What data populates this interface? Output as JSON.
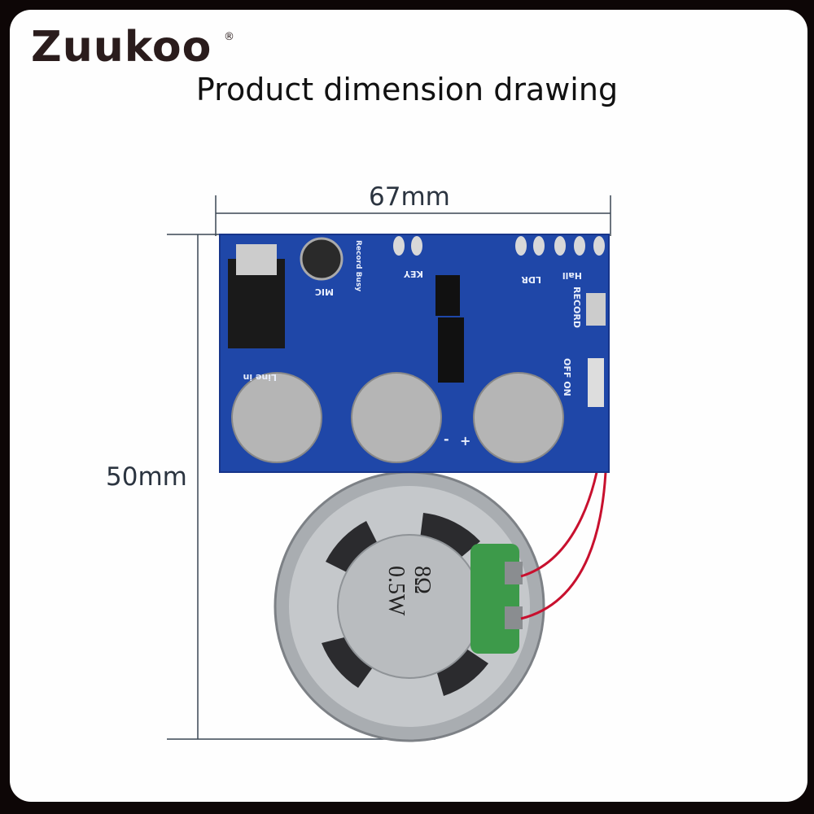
{
  "brand": {
    "logo": "Zuukoo",
    "registered": "®"
  },
  "title": "Product dimension drawing",
  "dimensions": {
    "width": "67mm",
    "height": "50mm"
  },
  "pcb_labels": {
    "mic": "MIC",
    "line_in": "Line in",
    "record": "RECORD",
    "key": "KEY",
    "record_busy": "Record Busy",
    "ldr": "LDR",
    "hall": "Hall",
    "off_on": "OFF ON",
    "minus": "-",
    "plus": "+"
  },
  "speaker": {
    "impedance": "8Ω",
    "power": "0.5W"
  },
  "colors": {
    "frame": "#0d0606",
    "pcb": "#1f47a8",
    "speaker": "#b8bcc0",
    "wire": "#c8102e"
  }
}
